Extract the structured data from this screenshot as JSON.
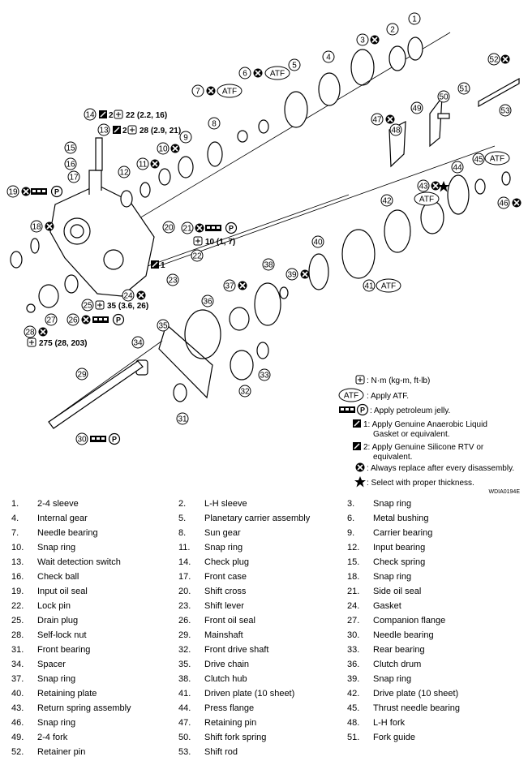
{
  "legend": {
    "torque": ": N·m (kg-m, ft-lb)",
    "atf": ": Apply ATF.",
    "petroleum": ": Apply petroleum jelly.",
    "anaerobic_l1": "1: Apply Genuine Anaerobic Liquid",
    "anaerobic_l2": "Gasket or equivalent.",
    "rtv_l1": "2: Apply Genuine Silicone RTV or",
    "rtv_l2": "equivalent.",
    "replace": ": Always replace after every disassembly.",
    "select": ": Select with proper thickness.",
    "code": "WDIA0194E"
  },
  "badges": {
    "atf": "ATF"
  },
  "torques": {
    "t22": "22 (2.2, 16)",
    "t28": "28 (2.9, 21)",
    "t10": "10 (1, 7)",
    "t35": "35 (3.6, 26)",
    "t275": "275 (28, 203)"
  },
  "sealant_marks": {
    "m1": "1",
    "m2": "2"
  },
  "callouts": [
    "1",
    "2",
    "3",
    "4",
    "5",
    "6",
    "7",
    "8",
    "9",
    "10",
    "11",
    "12",
    "13",
    "14",
    "15",
    "16",
    "17",
    "18",
    "19",
    "20",
    "21",
    "22",
    "23",
    "24",
    "25",
    "26",
    "27",
    "28",
    "29",
    "30",
    "31",
    "32",
    "33",
    "34",
    "35",
    "36",
    "37",
    "38",
    "39",
    "40",
    "41",
    "42",
    "43",
    "44",
    "45",
    "46",
    "47",
    "48",
    "49",
    "50",
    "51",
    "52",
    "53"
  ],
  "parts": [
    {
      "n": "1.",
      "name": "2-4 sleeve"
    },
    {
      "n": "2.",
      "name": "L-H sleeve"
    },
    {
      "n": "3.",
      "name": "Snap ring"
    },
    {
      "n": "4.",
      "name": "Internal gear"
    },
    {
      "n": "5.",
      "name": "Planetary carrier assembly"
    },
    {
      "n": "6.",
      "name": "Metal bushing"
    },
    {
      "n": "7.",
      "name": "Needle bearing"
    },
    {
      "n": "8.",
      "name": "Sun gear"
    },
    {
      "n": "9.",
      "name": "Carrier bearing"
    },
    {
      "n": "10.",
      "name": "Snap ring"
    },
    {
      "n": "11.",
      "name": "Snap ring"
    },
    {
      "n": "12.",
      "name": "Input bearing"
    },
    {
      "n": "13.",
      "name": "Wait detection switch"
    },
    {
      "n": "14.",
      "name": "Check plug"
    },
    {
      "n": "15.",
      "name": "Check spring"
    },
    {
      "n": "16.",
      "name": "Check ball"
    },
    {
      "n": "17.",
      "name": "Front case"
    },
    {
      "n": "18.",
      "name": "Snap ring"
    },
    {
      "n": "19.",
      "name": "Input oil seal"
    },
    {
      "n": "20.",
      "name": "Shift cross"
    },
    {
      "n": "21.",
      "name": "Side oil seal"
    },
    {
      "n": "22.",
      "name": "Lock pin"
    },
    {
      "n": "23.",
      "name": "Shift lever"
    },
    {
      "n": "24.",
      "name": "Gasket"
    },
    {
      "n": "25.",
      "name": "Drain plug"
    },
    {
      "n": "26.",
      "name": "Front oil seal"
    },
    {
      "n": "27.",
      "name": "Companion flange"
    },
    {
      "n": "28.",
      "name": "Self-lock nut"
    },
    {
      "n": "29.",
      "name": "Mainshaft"
    },
    {
      "n": "30.",
      "name": "Needle bearing"
    },
    {
      "n": "31.",
      "name": "Front bearing"
    },
    {
      "n": "32.",
      "name": "Front drive shaft"
    },
    {
      "n": "33.",
      "name": "Rear bearing"
    },
    {
      "n": "34.",
      "name": "Spacer"
    },
    {
      "n": "35.",
      "name": "Drive chain"
    },
    {
      "n": "36.",
      "name": "Clutch drum"
    },
    {
      "n": "37.",
      "name": "Snap ring"
    },
    {
      "n": "38.",
      "name": "Clutch hub"
    },
    {
      "n": "39.",
      "name": "Snap ring"
    },
    {
      "n": "40.",
      "name": "Retaining plate"
    },
    {
      "n": "41.",
      "name": "Driven plate (10 sheet)"
    },
    {
      "n": "42.",
      "name": "Drive plate (10 sheet)"
    },
    {
      "n": "43.",
      "name": "Return spring assembly"
    },
    {
      "n": "44.",
      "name": "Press flange"
    },
    {
      "n": "45.",
      "name": "Thrust needle bearing"
    },
    {
      "n": "46.",
      "name": "Snap ring"
    },
    {
      "n": "47.",
      "name": "Retaining pin"
    },
    {
      "n": "48.",
      "name": "L-H fork"
    },
    {
      "n": "49.",
      "name": "2-4 fork"
    },
    {
      "n": "50.",
      "name": "Shift fork spring"
    },
    {
      "n": "51.",
      "name": "Fork guide"
    },
    {
      "n": "52.",
      "name": "Retainer pin"
    },
    {
      "n": "53.",
      "name": "Shift rod"
    }
  ]
}
